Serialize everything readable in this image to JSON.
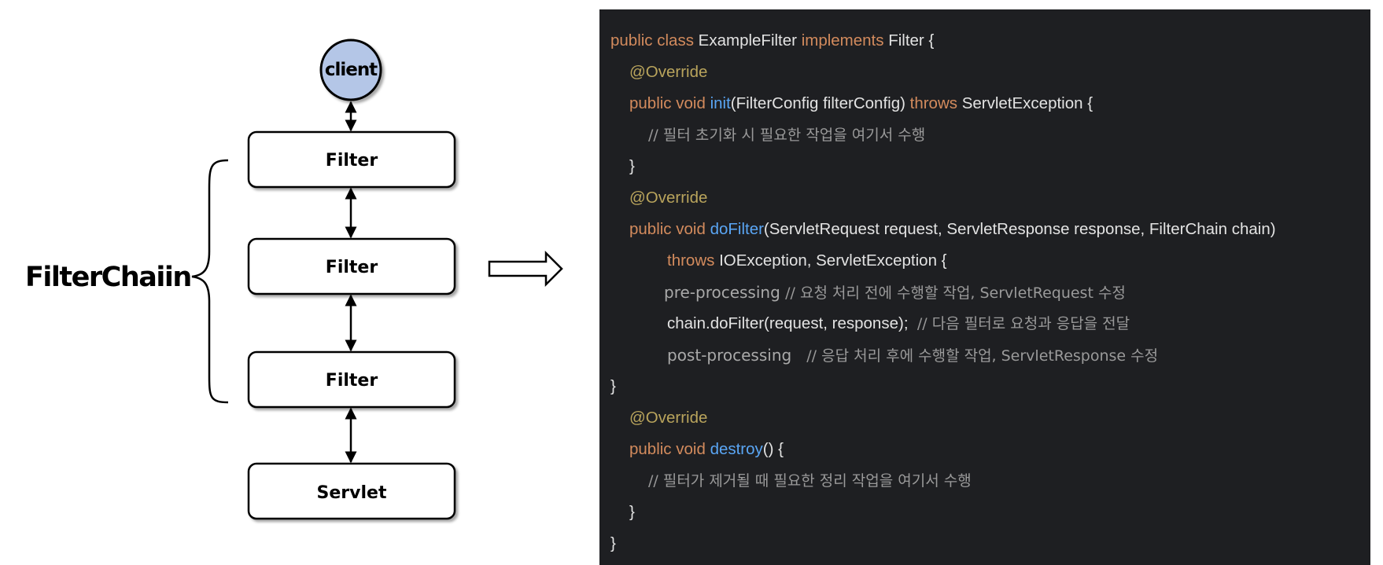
{
  "diagram": {
    "group_label": "FilterChaiin",
    "client_label": "client",
    "nodes": [
      {
        "label": "Filter"
      },
      {
        "label": "Filter"
      },
      {
        "label": "Filter"
      },
      {
        "label": "Servlet"
      }
    ]
  },
  "code": {
    "line1": {
      "kw1": "public class ",
      "name": "ExampleFilter ",
      "kw2": "implements ",
      "rest": "Filter {"
    },
    "ann1": "@Override",
    "line3": {
      "kw": "public void ",
      "fn": "init",
      "args": "(FilterConfig filterConfig) ",
      "kw2": "throws ",
      "rest": "ServletException {"
    },
    "comment1": "// 필터 초기화 시 필요한 작업을 여기서 수행",
    "close1": "}",
    "ann2": "@Override",
    "line7": {
      "kw": "public void ",
      "fn": "doFilter",
      "args": "(ServletRequest request, ServletResponse response, FilterChain chain)"
    },
    "line8": {
      "kw": "throws ",
      "rest": "IOException, ServletException {"
    },
    "line9": {
      "pre": "pre-processing ",
      "comment": "// 요청 처리 전에 수행할 작업, ServletRequest 수정"
    },
    "line10": {
      "call": "chain.doFilter(request, response);  ",
      "comment": "// 다음 필터로 요청과 응답을 전달"
    },
    "line11": {
      "post": "post-processing   ",
      "comment": "// 응답 처리 후에 수행할 작업, ServletResponse 수정"
    },
    "close2": "}",
    "ann3": "@Override",
    "line14": {
      "kw": "public void ",
      "fn": "destroy",
      "rest": "() {"
    },
    "comment2": "// 필터가 제거될 때 필요한 정리 작업을 여기서 수행",
    "close3": "}",
    "close4": "}"
  }
}
